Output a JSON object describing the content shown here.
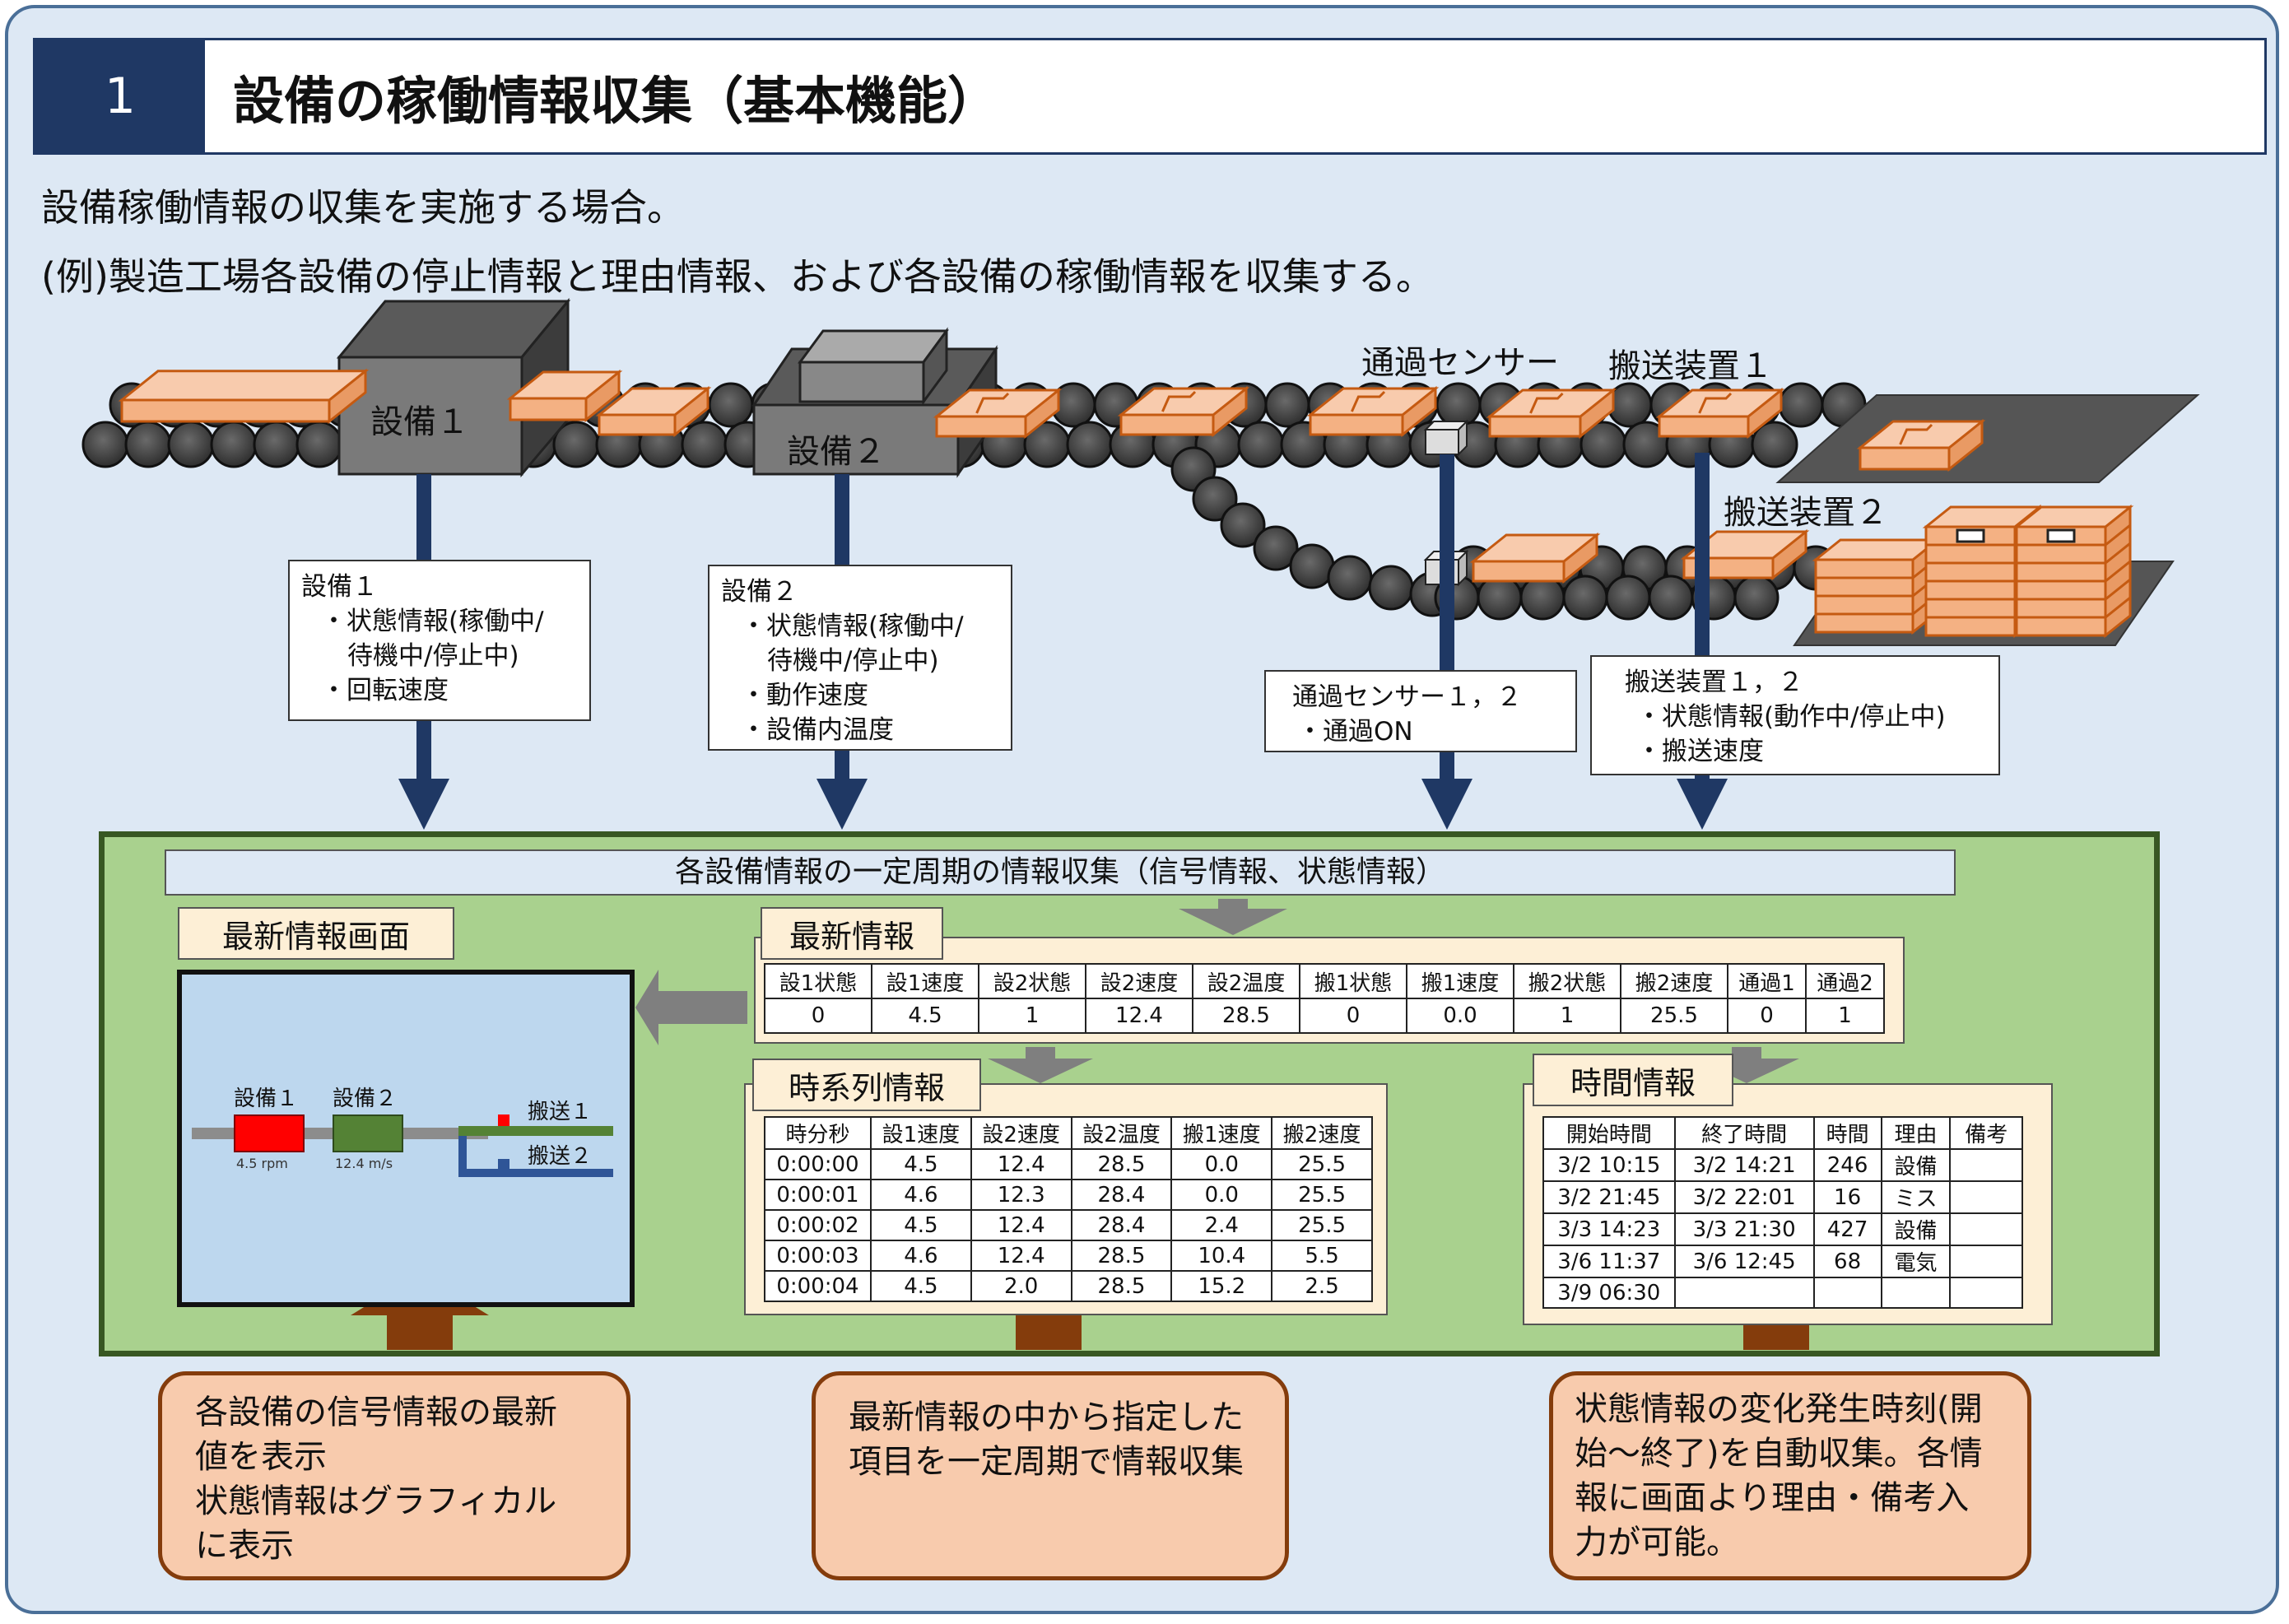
{
  "title": {
    "number": "1",
    "text": "設備の稼働情報収集（基本機能）"
  },
  "intro": {
    "line1": "設備稼働情報の収集を実施する場合。",
    "line2": "(例)製造工場各設備の停止情報と理由情報、および各設備の稼働情報を収集する。"
  },
  "diagram": {
    "equipment1": "設備１",
    "equipment2": "設備２",
    "sensor_label": "通過センサー",
    "conveyor1_label": "搬送装置１",
    "conveyor2_label": "搬送装置２"
  },
  "info_boxes": {
    "eq1": {
      "title": "設備１",
      "items": [
        "・状態情報(稼働中/",
        "待機中/停止中)",
        "・回転速度"
      ]
    },
    "eq2": {
      "title": "設備２",
      "items": [
        "・状態情報(稼働中/",
        "待機中/停止中)",
        "・動作速度",
        "・設備内温度"
      ]
    },
    "sensor": {
      "title": "通過センサー１，２",
      "items": [
        "・通過ON"
      ]
    },
    "conveyor": {
      "title": "搬送装置１，２",
      "items": [
        "・状態情報(動作中/停止中)",
        "・搬送速度"
      ]
    }
  },
  "collection_bar": "各設備情報の一定周期の情報収集（信号情報、状態情報）",
  "latest_screen": {
    "tag": "最新情報画面",
    "eq1_label": "設備１",
    "eq1_value": "4.5 rpm",
    "eq2_label": "設備２",
    "eq2_value": "12.4 m/s",
    "conv1_label": "搬送１",
    "conv2_label": "搬送２"
  },
  "latest_info": {
    "tag": "最新情報",
    "headers": [
      "設1状態",
      "設1速度",
      "設2状態",
      "設2速度",
      "設2温度",
      "搬1状態",
      "搬1速度",
      "搬2状態",
      "搬2速度",
      "通過1",
      "通過2"
    ],
    "values": [
      "0",
      "4.5",
      "1",
      "12.4",
      "28.5",
      "0",
      "0.0",
      "1",
      "25.5",
      "0",
      "1"
    ]
  },
  "timeseries": {
    "tag": "時系列情報",
    "headers": [
      "時分秒",
      "設1速度",
      "設2速度",
      "設2温度",
      "搬1速度",
      "搬2速度"
    ],
    "rows": [
      [
        "0:00:00",
        "4.5",
        "12.4",
        "28.5",
        "0.0",
        "25.5"
      ],
      [
        "0:00:01",
        "4.6",
        "12.3",
        "28.4",
        "0.0",
        "25.5"
      ],
      [
        "0:00:02",
        "4.5",
        "12.4",
        "28.4",
        "2.4",
        "25.5"
      ],
      [
        "0:00:03",
        "4.6",
        "12.4",
        "28.5",
        "10.4",
        "5.5"
      ],
      [
        "0:00:04",
        "4.5",
        "2.0",
        "28.5",
        "15.2",
        "2.5"
      ]
    ]
  },
  "timeinfo": {
    "tag": "時間情報",
    "headers": [
      "開始時間",
      "終了時間",
      "時間",
      "理由",
      "備考"
    ],
    "rows": [
      [
        "3/2 10:15",
        "3/2 14:21",
        "246",
        "設備",
        ""
      ],
      [
        "3/2 21:45",
        "3/2 22:01",
        "16",
        "ミス",
        ""
      ],
      [
        "3/3 14:23",
        "3/3 21:30",
        "427",
        "設備",
        ""
      ],
      [
        "3/6 11:37",
        "3/6 12:45",
        "68",
        "電気",
        ""
      ],
      [
        "3/9 06:30",
        "",
        "",
        "",
        ""
      ]
    ]
  },
  "callouts": {
    "left": [
      "各設備の信号情報の最新",
      "値を表示",
      "状態情報はグラフィカル",
      "に表示"
    ],
    "middle": [
      "最新情報の中から指定した",
      "項目を一定周期で情報収集"
    ],
    "right": [
      "状態情報の変化発生時刻(開",
      "始～終了)を自動収集。各情",
      "報に画面より理由・備考入",
      "力が可能。"
    ]
  },
  "colors": {
    "navy": "#1f3864",
    "background": "#dde8f4",
    "green_panel": "#a9d18e",
    "green_border": "#385723",
    "callout_fill": "#f8cbad",
    "callout_border": "#843c0c",
    "box_orange": "#f4b183",
    "roller": "#3a3a3a",
    "eq1_indicator": "#ff0000",
    "eq2_indicator": "#548235"
  }
}
